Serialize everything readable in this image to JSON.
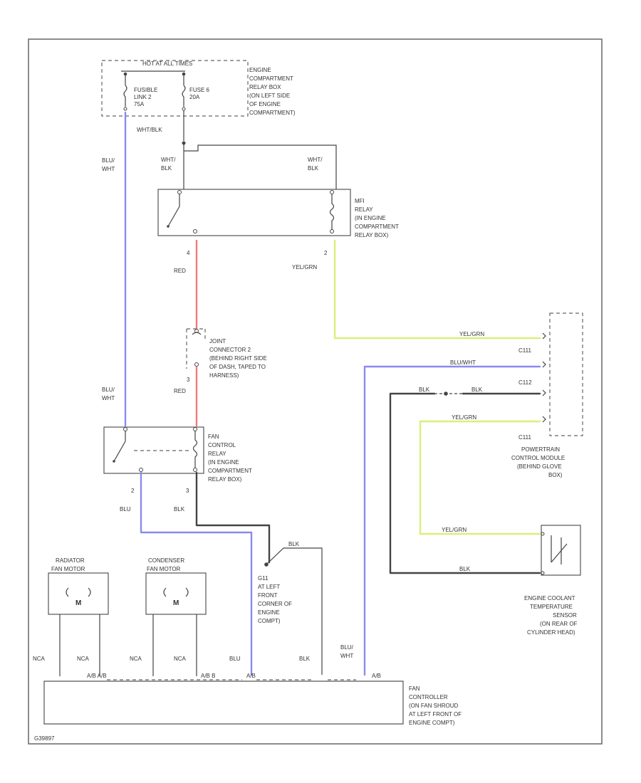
{
  "colors": {
    "blue": "#8a8af0",
    "red": "#f07a7a",
    "yellow": "#d7f07a",
    "black": "#444444",
    "frame": "#666666"
  },
  "fuse_box": {
    "header": "HOT AT ALL TIMES",
    "fusible_link": [
      "FUSIBLE",
      "LINK 2",
      "75A"
    ],
    "fuse": [
      "FUSE 6",
      "20A"
    ],
    "label": [
      "ENGINE",
      "COMPARTMENT",
      "RELAY BOX",
      "(ON LEFT SIDE",
      "OF ENGINE",
      "COMPARTMENT)"
    ],
    "out_wire": "WHT/BLK"
  },
  "mfi_relay": {
    "label": [
      "MFI",
      "RELAY",
      "(IN ENGINE",
      "COMPARTMENT",
      "RELAY BOX)"
    ],
    "wire_left": [
      "WHT/",
      "BLK"
    ],
    "wire_right": [
      "WHT/",
      "BLK"
    ],
    "pin_out": "4",
    "pin_yel": "2",
    "wire_yel": "YEL/GRN",
    "wire_red": "RED"
  },
  "joint_connector": {
    "label": [
      "JOINT",
      "CONNECTOR 2",
      "(BEHIND RIGHT SIDE",
      "OF DASH, TAPED TO",
      "HARNESS)"
    ],
    "pin": "3",
    "wire_red": "RED"
  },
  "fan_relay": {
    "label": [
      "FAN",
      "CONTROL",
      "RELAY",
      "(IN ENGINE",
      "COMPARTMENT",
      "RELAY BOX)"
    ],
    "pin_left": "2",
    "pin_right": "3",
    "wire_left": "BLU",
    "wire_right": "BLK",
    "wire_in": [
      "BLU/",
      "WHT"
    ]
  },
  "pcm": {
    "label": [
      "POWERTRAIN",
      "CONTROL MODULE",
      "(BEHIND GLOVE",
      "BOX)"
    ],
    "connectors": [
      "C111",
      "C112",
      "C111"
    ],
    "wire1": "YEL/GRN",
    "wire2": "BLU/WHT",
    "wire3": "BLK",
    "wire3b": "BLK",
    "wire4": "YEL/GRN"
  },
  "ground": {
    "label": [
      "G11",
      "AT LEFT",
      "FRONT",
      "CORNER OF",
      "ENGINE",
      "COMPT)"
    ],
    "wire": "BLK"
  },
  "radiator_fan": {
    "title": [
      "RADIATOR",
      "FAN MOTOR"
    ],
    "symbol": "M"
  },
  "condenser_fan": {
    "title": [
      "CONDENSER",
      "FAN MOTOR"
    ],
    "symbol": "M"
  },
  "coolant_sensor": {
    "label": [
      "ENGINE COOLANT",
      "TEMPERATURE",
      "SENSOR",
      "(ON REAR OF",
      "CYLINDER HEAD)"
    ],
    "wire_top": "YEL/GRN",
    "wire_bot": "BLK"
  },
  "fan_controller": {
    "label": [
      "FAN",
      "CONTROLLER",
      "(ON FAN SHROUD",
      "AT LEFT FRONT OF",
      "ENGINE COMPT)"
    ],
    "wires": [
      "NCA",
      "NCA",
      "NCA",
      "NCA",
      "BLU",
      "BLK",
      "BLU/",
      "WHT"
    ],
    "pins": [
      "A/B A/B",
      "A/B B",
      "A/B",
      "A/B"
    ]
  },
  "footer_code": "G39897"
}
